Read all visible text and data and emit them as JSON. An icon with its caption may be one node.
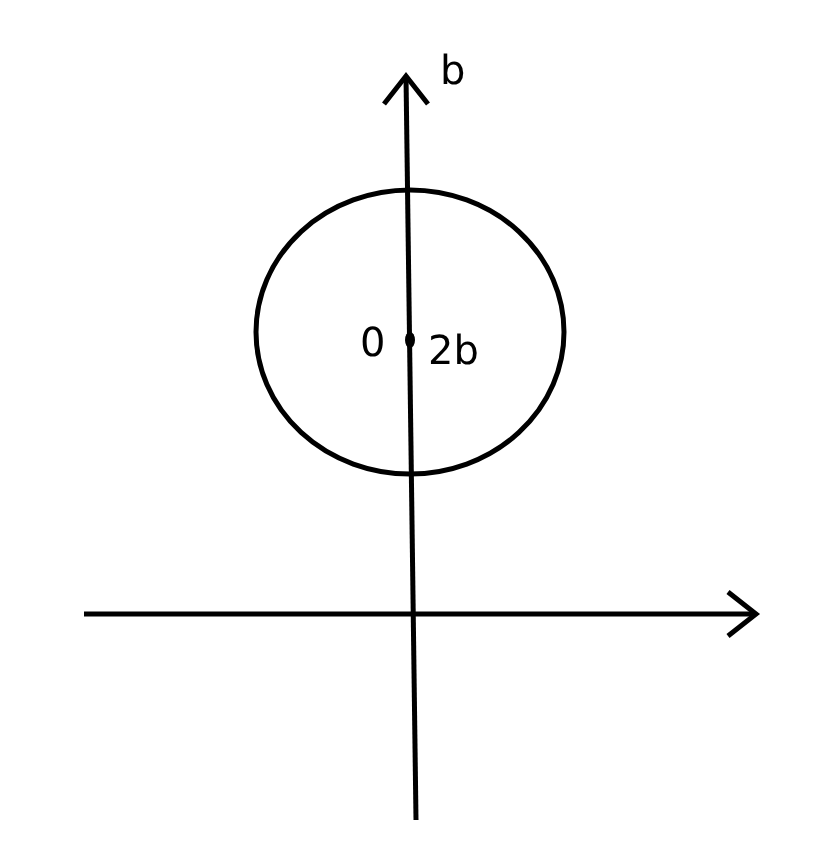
{
  "diagram": {
    "labels": [
      "b",
      "0",
      "2b"
    ]
  }
}
